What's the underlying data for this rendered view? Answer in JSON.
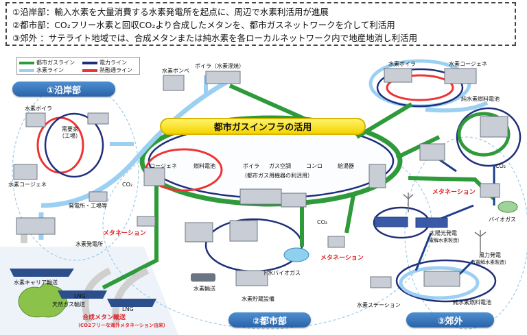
{
  "notes": [
    "①沿岸部：輸入水素を大量消費する水素発電所を起点に、周辺で水素利活用が進展",
    "②都市部：CO₂フリー水素と回収CO₂より合成したメタンを、都市ガスネットワークを介して利活用",
    "③郊外 ：サテライト地域では、合成メタンまたは純水素を各ローカルネットワーク内で地産地消し利活用"
  ],
  "legend": {
    "gas": "都市ガスライン",
    "power": "電力ライン",
    "hydrogen": "水素ライン",
    "heat": "熱融通ライン"
  },
  "regions": {
    "coastal": "①沿岸部",
    "urban": "②都市部",
    "suburb": "③郊外"
  },
  "banner": "都市ガスインフラの活用",
  "labels": {
    "h2_boiler_coast": "水素ボイラ",
    "h2_cogen_coast": "水素コージェネ",
    "demand": "需要家",
    "factory": "（工場）",
    "plant_factory": "発電所・工場等",
    "h2_plant": "水素発電所",
    "h2_carrier": "水素キャリア輸送",
    "lng_transport": "天然ガス輸送",
    "lng_tag": "LNG",
    "synthetic_methane_transport": "合成メタン輸送",
    "overseas_methanation": "（CO2フリーな海外メタネーション由来）",
    "methanation": "メタネーション",
    "co2": "CO₂",
    "h2_cylinder": "水素ボンベ",
    "boiler_h2_only": "ボイラ（水素混焼）",
    "h2_boiler_top": "水素ボイラ",
    "h2_cogen_top": "水素コージェネ",
    "pure_h2_fc": "純水素燃料電池",
    "cogen": "コージェネ",
    "fuel_cell": "燃料電池",
    "boiler": "ボイラ",
    "gas_ac": "ガス空調",
    "stove": "コンロ",
    "water_heater": "給湯器",
    "city_gas_equipment": "（都市ガス用機器の利活用）",
    "sewage_biogas": "下水バイオガス",
    "h2_transport": "水素輸送",
    "h2_storage": "水素貯蔵設備",
    "h2_station": "水素ステーション",
    "solar": "太陽光発電",
    "wind": "風力発電",
    "electrolysis": "（電解水素製造）",
    "biogas": "バイオガス"
  },
  "colors": {
    "gas_line": "#2f9a3a",
    "power_line": "#1f2e7a",
    "hydrogen_line": "#9cd0f2",
    "heat_line": "#e33333",
    "banner": "#f5d400",
    "region_pill": "#2a62a8",
    "methanation_text": "#e0262a"
  }
}
